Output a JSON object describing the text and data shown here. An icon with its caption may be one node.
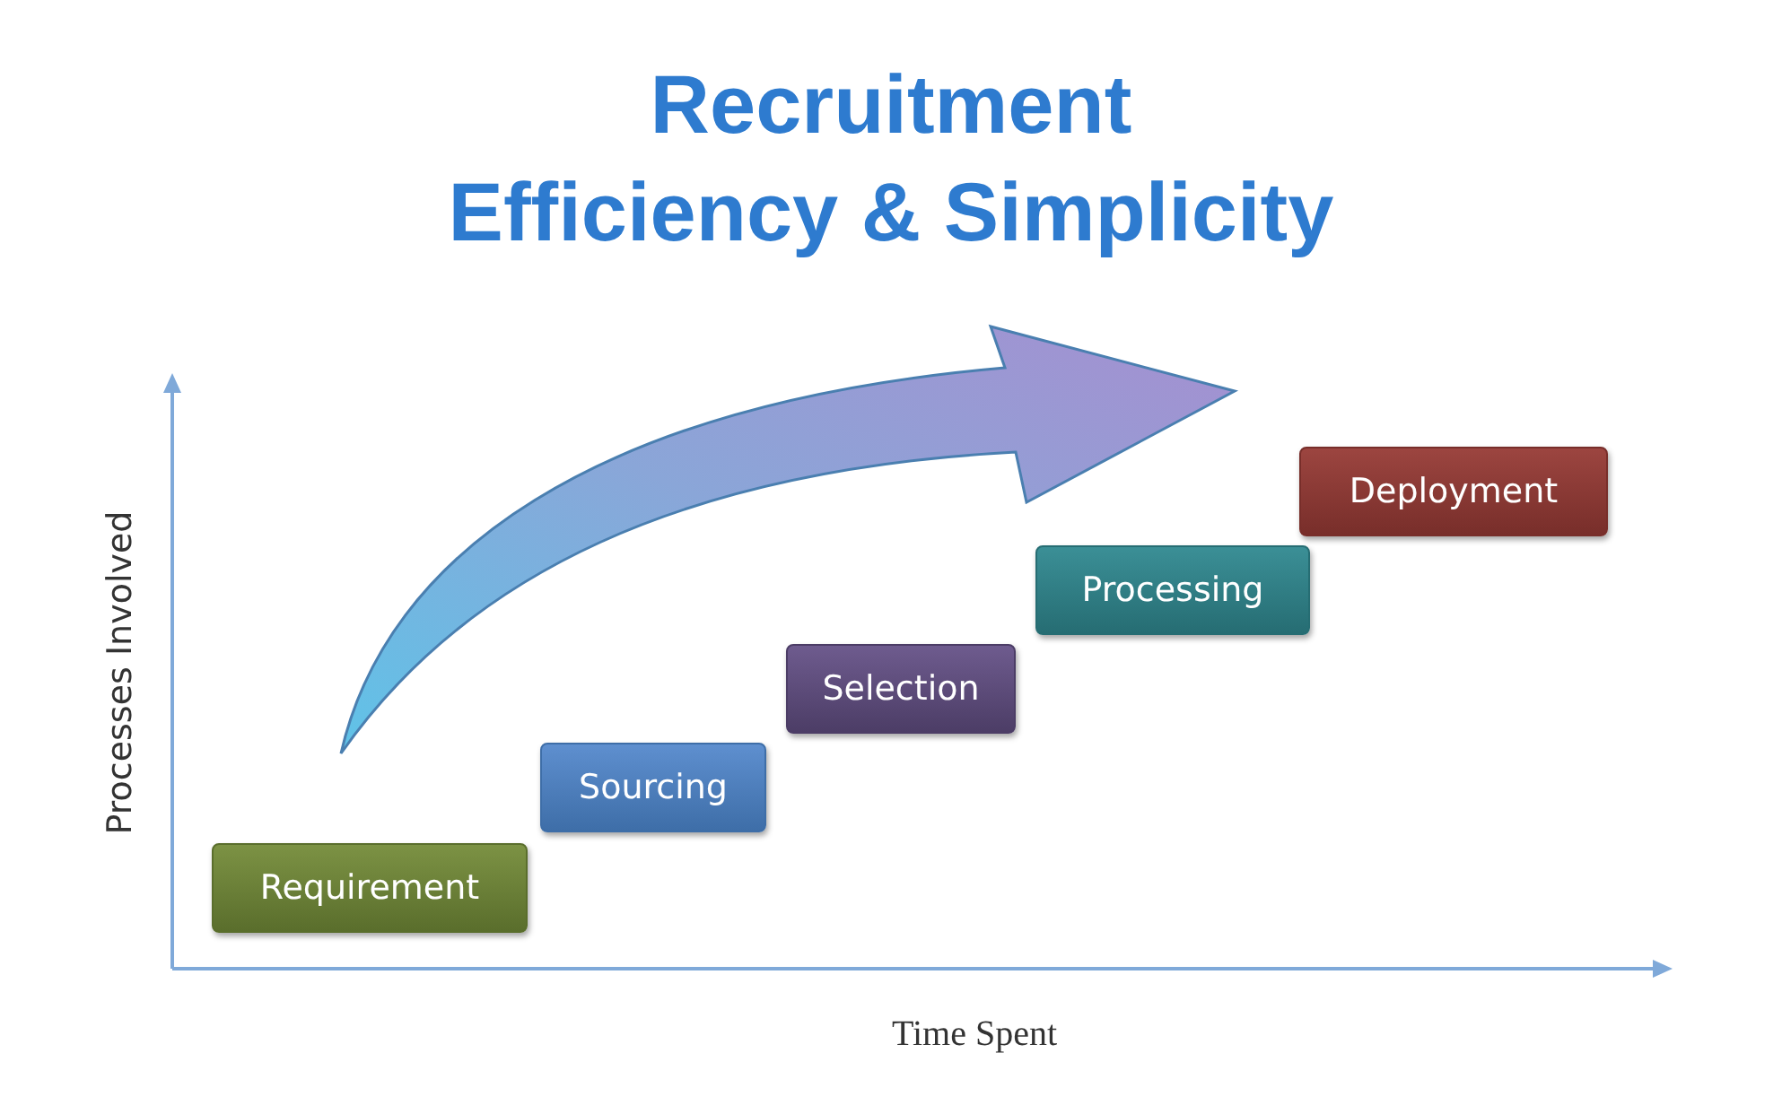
{
  "diagram": {
    "title": "Recruitment Efficiency & Simplicity",
    "nodes": [
      {
        "text": [
          "Requirement"
        ]
      },
      {
        "text": [
          "Sourcing"
        ]
      },
      {
        "text": [
          "Selection"
        ]
      },
      {
        "text": [
          "Processing"
        ]
      },
      {
        "text": [
          "Deployment"
        ]
      }
    ],
    "labels": [
      "Processes Involved",
      "Time Spent"
    ]
  }
}
